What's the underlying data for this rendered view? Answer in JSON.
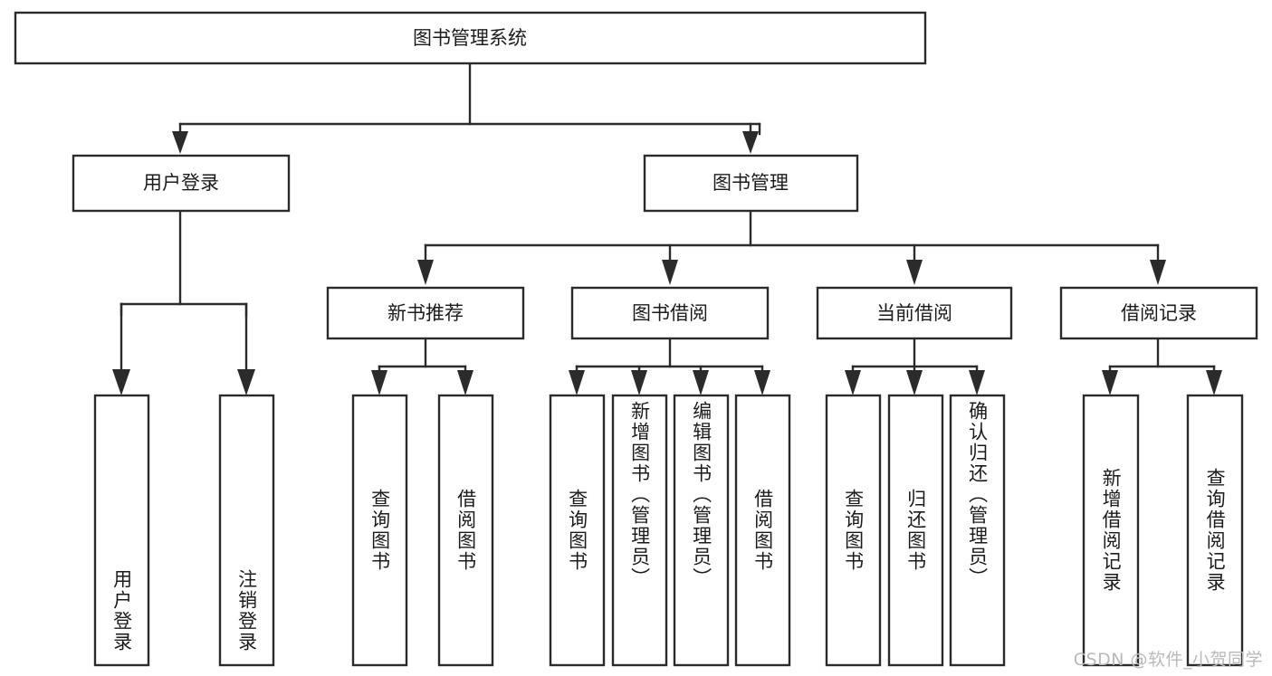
{
  "diagram": {
    "title": "图书管理系统",
    "type": "hierarchy-tree",
    "root": {
      "label": "图书管理系统"
    },
    "level2": [
      {
        "label": "用户登录"
      },
      {
        "label": "图书管理"
      }
    ],
    "level3": [
      {
        "label": "新书推荐"
      },
      {
        "label": "图书借阅"
      },
      {
        "label": "当前借阅"
      },
      {
        "label": "借阅记录"
      }
    ],
    "leaves": {
      "user_login": [
        {
          "label": "用户登录"
        },
        {
          "label": "注销登录"
        }
      ],
      "new_book_recommend": [
        {
          "label": "查询图书"
        },
        {
          "label": "借阅图书"
        }
      ],
      "book_borrow": [
        {
          "label": "查询图书"
        },
        {
          "label": "新增图书（管理员）"
        },
        {
          "label": "编辑图书（管理员）"
        },
        {
          "label": "借阅图书"
        }
      ],
      "current_borrow": [
        {
          "label": "查询图书"
        },
        {
          "label": "归还图书"
        },
        {
          "label": "确认归还（管理员）"
        }
      ],
      "borrow_record": [
        {
          "label": "新增借阅记录"
        },
        {
          "label": "查询借阅记录"
        }
      ]
    }
  },
  "watermark": {
    "text": "CSDN @软件_小贺同学"
  },
  "colors": {
    "stroke": "#2b2b2b",
    "box_fill": "#ffffff",
    "text": "#1b1b1b",
    "watermark": "#b9b9b9",
    "background": "#ffffff"
  }
}
